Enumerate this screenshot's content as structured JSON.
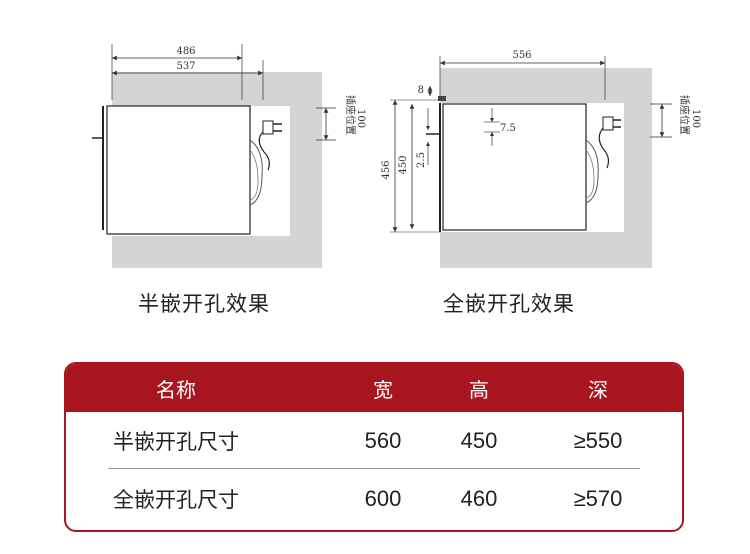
{
  "diagrams": {
    "left": {
      "caption": "半嵌开孔效果",
      "dim_top_inner": "486",
      "dim_top_outer": "537",
      "dim_side": "100",
      "socket_label": "插座位置"
    },
    "right": {
      "caption": "全嵌开孔效果",
      "dim_top": "556",
      "dim_gap_top": "8",
      "dim_height_outer": "456",
      "dim_height_inner": "450",
      "dim_small": "2.5",
      "dim_inner_gap": "7.5",
      "dim_side": "100",
      "socket_label": "插座位置"
    }
  },
  "table": {
    "headers": [
      "名称",
      "宽",
      "高",
      "深"
    ],
    "rows": [
      {
        "name": "半嵌开孔尺寸",
        "width": "560",
        "height": "450",
        "depth": "≥550"
      },
      {
        "name": "全嵌开孔尺寸",
        "width": "600",
        "height": "460",
        "depth": "≥570"
      }
    ],
    "accent_color": "#a9151f"
  }
}
